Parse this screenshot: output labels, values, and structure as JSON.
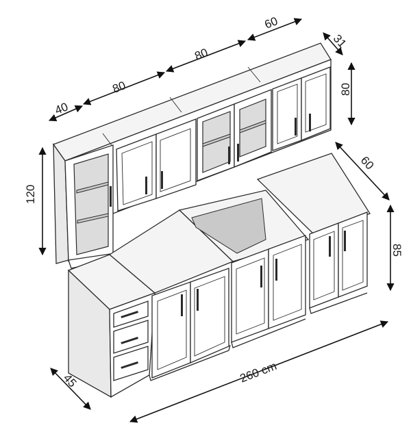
{
  "dimensions": {
    "upper_depth": "31",
    "upper_height": "80",
    "upper_width_right": "60",
    "upper_width_mid": "80",
    "upper_width_left": "80",
    "upper_width_end": "40",
    "tall_height": "120",
    "base_right_depth": "60",
    "base_height": "85",
    "total_width": "260 cm",
    "base_depth": "45"
  },
  "colors": {
    "line": "#2a2a2a",
    "countertop": "#f4f4f4",
    "glass": "#dcdcdc"
  }
}
